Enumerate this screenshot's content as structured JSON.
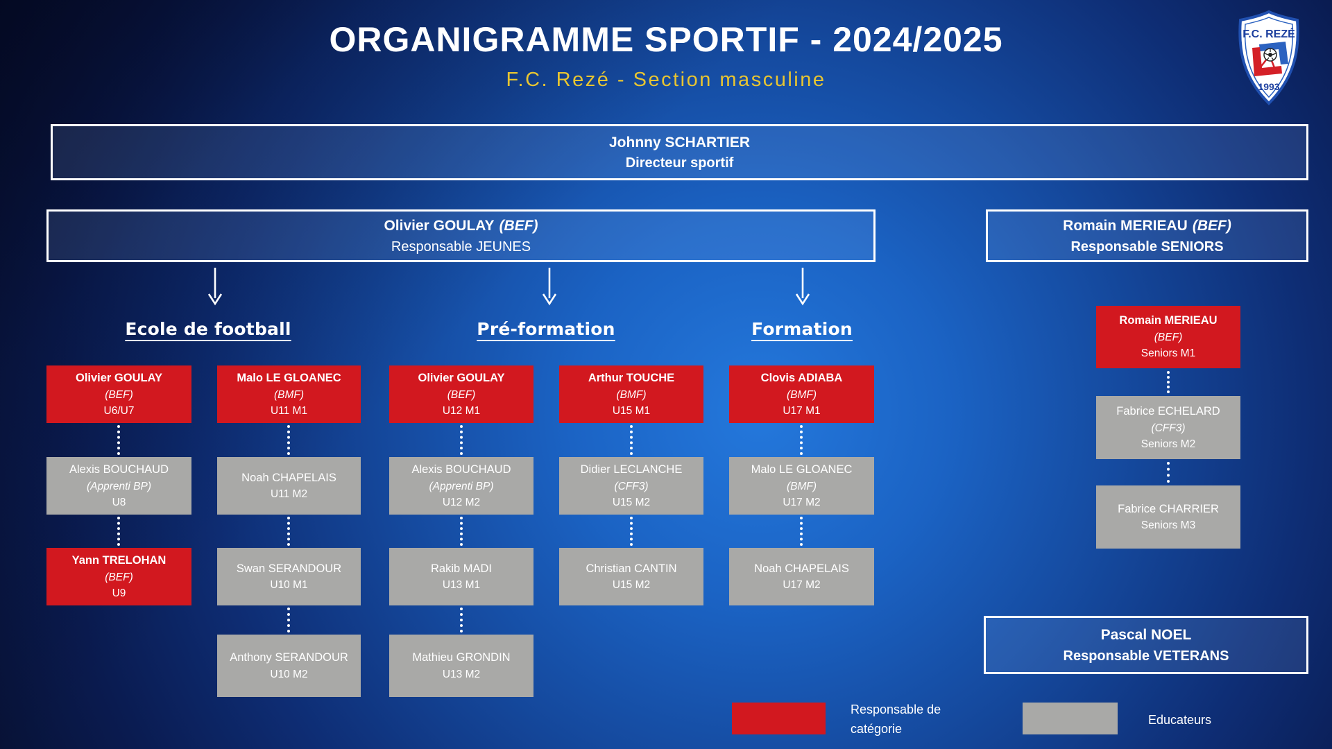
{
  "title": "ORGANIGRAMME SPORTIF - 2024/2025",
  "subtitle": "F.C. Rezé - Section masculine",
  "logo": {
    "club": "F.C. REZÉ",
    "year": "1993"
  },
  "director": {
    "name": "Johnny SCHARTIER",
    "role": "Directeur sportif"
  },
  "responsables": {
    "jeunes": {
      "name": "Olivier GOULAY",
      "diploma": "(BEF)",
      "role": "Responsable JEUNES"
    },
    "seniors": {
      "name": "Romain MERIEAU",
      "diploma": "(BEF)",
      "role": "Responsable SENIORS"
    },
    "veterans": {
      "name": "Pascal NOEL",
      "role": "Responsable VETERANS"
    }
  },
  "sections": [
    {
      "header": "Ecole de football"
    },
    {
      "header": "Pré-formation"
    },
    {
      "header": "Formation"
    }
  ],
  "columns": [
    {
      "boxes": [
        {
          "type": "red",
          "name": "Olivier GOULAY",
          "diploma": "(BEF)",
          "team": "U6/U7"
        },
        {
          "type": "gray",
          "name": "Alexis BOUCHAUD",
          "diploma": "(Apprenti BP)",
          "team": "U8"
        },
        {
          "type": "red",
          "name": "Yann TRELOHAN",
          "diploma": "(BEF)",
          "team": "U9"
        }
      ]
    },
    {
      "boxes": [
        {
          "type": "red",
          "name": "Malo LE GLOANEC",
          "diploma": "(BMF)",
          "team": "U11 M1"
        },
        {
          "type": "gray",
          "name": "Noah CHAPELAIS",
          "team": "U11 M2"
        },
        {
          "type": "gray",
          "name": "Swan SERANDOUR",
          "team": "U10 M1"
        },
        {
          "type": "gray",
          "name": "Anthony SERANDOUR",
          "team": "U10 M2"
        }
      ]
    },
    {
      "boxes": [
        {
          "type": "red",
          "name": "Olivier GOULAY",
          "diploma": "(BEF)",
          "team": "U12 M1"
        },
        {
          "type": "gray",
          "name": "Alexis BOUCHAUD",
          "diploma": "(Apprenti BP)",
          "team": "U12 M2"
        },
        {
          "type": "gray",
          "name": "Rakib MADI",
          "team": "U13 M1"
        },
        {
          "type": "gray",
          "name": "Mathieu GRONDIN",
          "team": "U13 M2"
        }
      ]
    },
    {
      "boxes": [
        {
          "type": "red",
          "name": "Arthur TOUCHE",
          "diploma": "(BMF)",
          "team": "U15 M1"
        },
        {
          "type": "gray",
          "name": "Didier LECLANCHE",
          "diploma": "(CFF3)",
          "team": "U15 M2"
        },
        {
          "type": "gray",
          "name": "Christian CANTIN",
          "team": "U15 M2"
        }
      ]
    },
    {
      "boxes": [
        {
          "type": "red",
          "name": "Clovis ADIABA",
          "diploma": "(BMF)",
          "team": "U17 M1"
        },
        {
          "type": "gray",
          "name": "Malo LE GLOANEC",
          "diploma": "(BMF)",
          "team": "U17 M2"
        },
        {
          "type": "gray",
          "name": "Noah CHAPELAIS",
          "team": "U17 M2"
        }
      ]
    }
  ],
  "seniors_column": {
    "boxes": [
      {
        "type": "red",
        "name": "Romain MERIEAU",
        "diploma": "(BEF)",
        "team": "Seniors M1"
      },
      {
        "type": "gray",
        "name": "Fabrice ECHELARD",
        "diploma": "(CFF3)",
        "team": "Seniors M2"
      },
      {
        "type": "gray",
        "name": "Fabrice CHARRIER",
        "team": "Seniors M3"
      }
    ]
  },
  "legend": [
    {
      "label": "Responsable de catégorie",
      "color": "#d2181f"
    },
    {
      "label": "Educateurs",
      "color": "#a9a9a7"
    }
  ],
  "colors": {
    "red": "#d2181f",
    "gray": "#a9a9a7",
    "accent_yellow": "#e8c531",
    "logo_blue": "#1d3f9e"
  }
}
